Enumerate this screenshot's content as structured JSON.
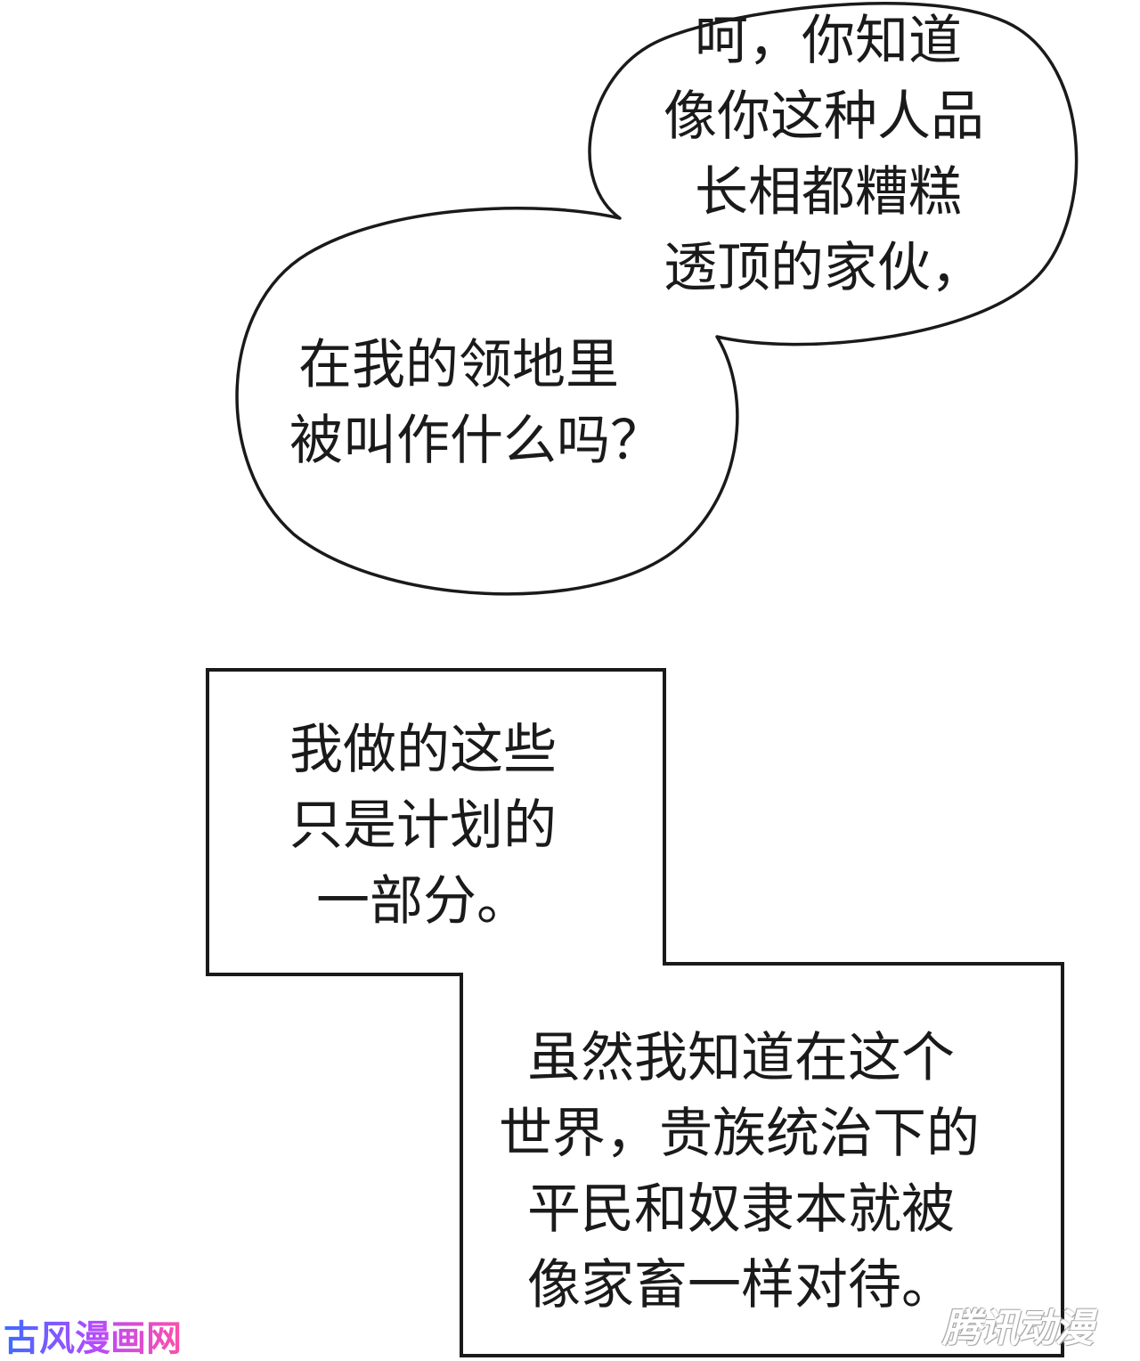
{
  "bubble_speech": {
    "upper_lines": [
      "呵，你知道",
      "像你这种人品",
      "长相都糟糕",
      "透顶的家伙，"
    ],
    "lower_lines": [
      "在我的领地里",
      "被叫作什么吗？"
    ]
  },
  "box_narration": {
    "upper_lines": [
      "我做的这些",
      "只是计划的",
      "一部分。"
    ],
    "lower_lines": [
      "虽然我知道在这个",
      "世界，贵族统治下的",
      "平民和奴隶本就被",
      "像家畜一样对待。"
    ]
  },
  "watermarks": {
    "left": "古风漫画网",
    "right": "腾讯动漫"
  },
  "colors": {
    "ink": "#1a1a1a",
    "paper": "#ffffff"
  }
}
